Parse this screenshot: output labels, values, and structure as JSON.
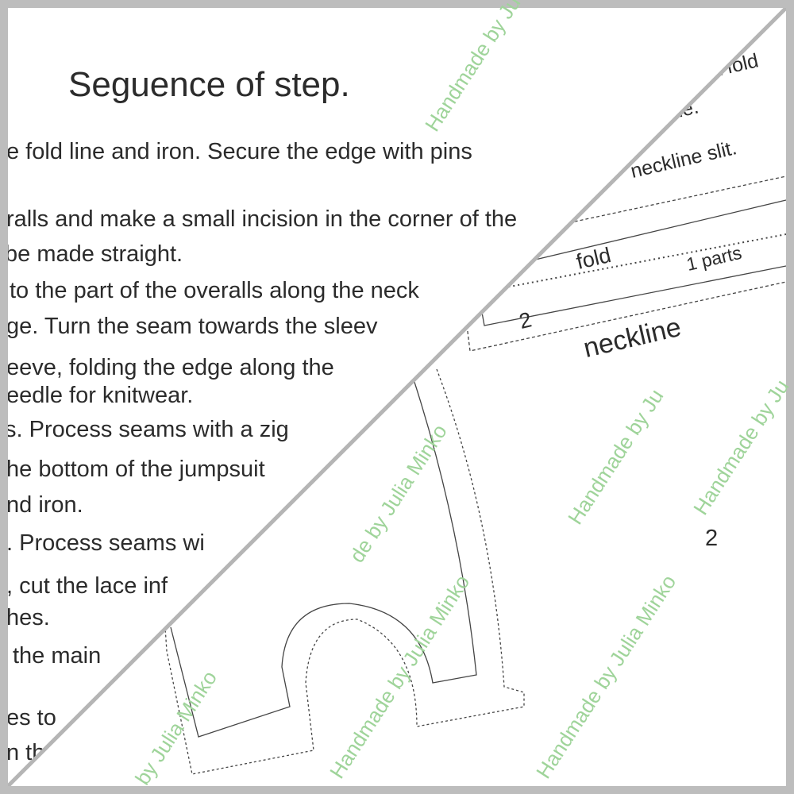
{
  "left_page": {
    "title": "Seguence of step.",
    "lines": [
      "e fold line and iron. Secure the edge with pins",
      "ralls and make a small incision in the corner of the",
      "be made straight.",
      "to the part of the overalls along the neck",
      "ge. Turn the seam towards the sleev",
      "eeve, folding the edge along the",
      "eedle for knitwear.",
      "s. Process seams with a zig",
      "he bottom of the jumpsuit",
      "nd iron.",
      ". Process seams wi",
      ", cut the lace inf",
      "hes.",
      "the main",
      "es to",
      "n th"
    ]
  },
  "right_page": {
    "lines": [
      "n a fold",
      "line.",
      "neckline slit."
    ],
    "fold_label": "fold",
    "parts_label": "1 parts",
    "piece_number": "2",
    "neckline_label": "neckline",
    "page_number": "2"
  },
  "watermarks": [
    "Handmade by Ju",
    "Handmade by Ju",
    "Handmade by Julia Minko",
    "Handmade by Julia Minko",
    "Handmade by Ju",
    "de by Julia Minko",
    "by Julia Minko"
  ],
  "colors": {
    "frame": "#bdbdbd",
    "watermark": "#9fd49a",
    "text": "#2b2b2b"
  }
}
